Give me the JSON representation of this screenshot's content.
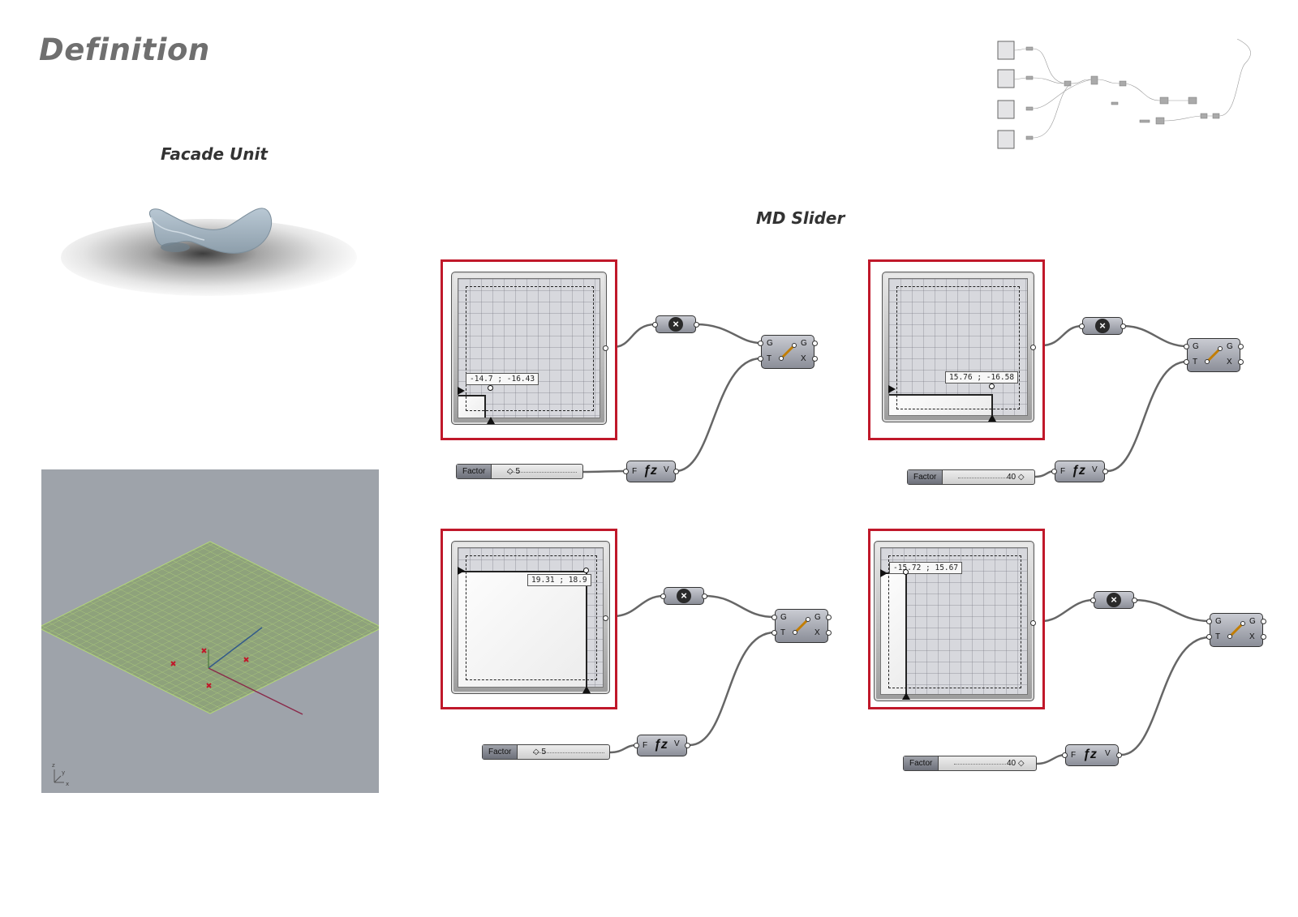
{
  "page": {
    "title": "Definition"
  },
  "facade_unit": {
    "title": "Facade Unit"
  },
  "md_slider_section": {
    "title": "MD Slider"
  },
  "groups": [
    {
      "coords": "-14.7 ; -16.43",
      "factor_label": "Factor",
      "factor_value": "5",
      "gx": 0.1,
      "gy": 0.9
    },
    {
      "coords": "15.76 ; -16.58",
      "factor_label": "Factor",
      "factor_value": "40",
      "gx": 0.92,
      "gy": 0.9
    },
    {
      "coords": "19.31 ; 18.9",
      "factor_label": "Factor",
      "factor_value": "5",
      "gx": 0.95,
      "gy": 0.05
    },
    {
      "coords": "-15.72 ; 15.67",
      "factor_label": "Factor",
      "factor_value": "40",
      "gx": 0.1,
      "gy": 0.05
    }
  ],
  "component_ports": {
    "merge_in_g": "G",
    "merge_in_t": "T",
    "merge_out_g": "G",
    "merge_out_x": "X",
    "fn_in": "F",
    "fn_out": "V"
  },
  "viewport": {
    "axis_labels": [
      "z",
      "y",
      "x"
    ]
  },
  "colors": {
    "frame_red": "#c0182a",
    "grid_green": "#b3d67a",
    "point_red": "#c0182a",
    "unit_blue": "#a9b9c6"
  }
}
